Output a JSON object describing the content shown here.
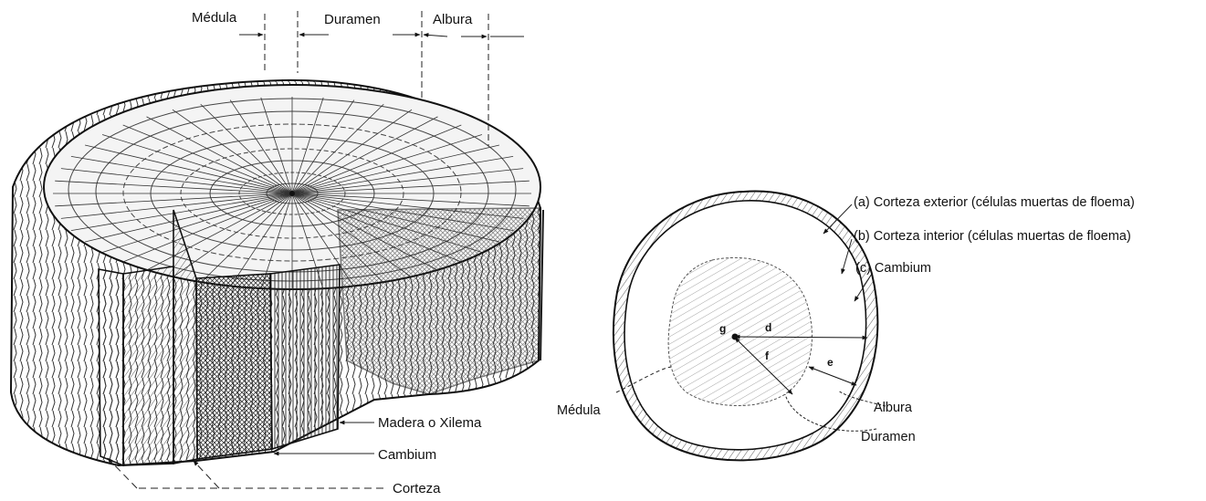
{
  "log_diagram": {
    "top_labels": {
      "medula": "Médula",
      "duramen": "Duramen",
      "albura": "Albura"
    },
    "side_labels": {
      "madera": "Madera o Xilema",
      "cambium": "Cambium",
      "corteza": "Corteza"
    }
  },
  "cross_section": {
    "labels": {
      "a": "(a) Corteza exterior (células muertas de floema)",
      "b": "(b) Corteza interior (células muertas de floema)",
      "c": "(c) Cambium",
      "medula": "Médula",
      "albura": "Albura",
      "duramen": "Duramen"
    },
    "letters": {
      "d": "d",
      "e": "e",
      "f": "f",
      "g": "g"
    }
  }
}
